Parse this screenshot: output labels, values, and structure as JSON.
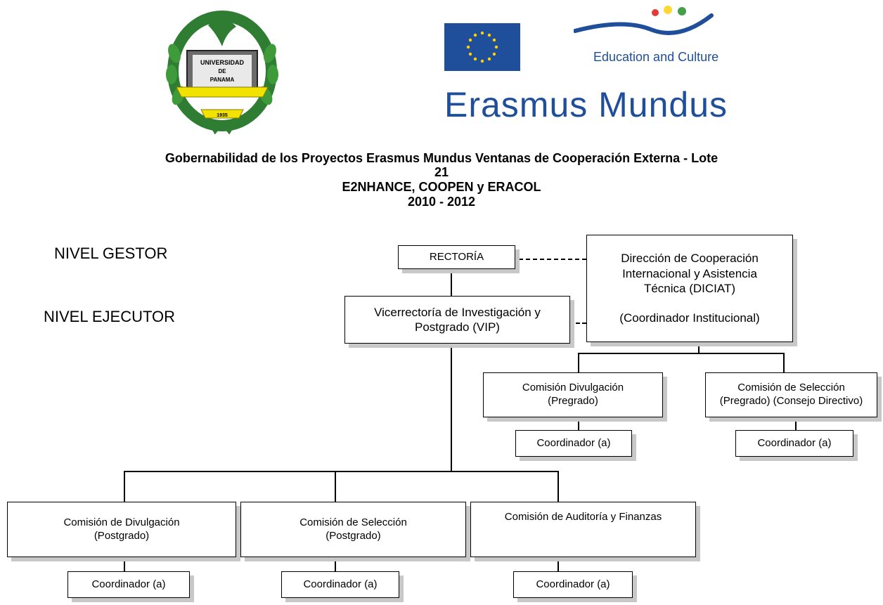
{
  "logos": {
    "university": {
      "line1": "UNIVERSIDAD",
      "line2": "DE",
      "line3": "PANAMA",
      "year": "1935"
    },
    "eu_tagline": "Education and Culture",
    "program_name": "Erasmus Mundus",
    "colors": {
      "eu_blue": "#1f4e9a",
      "eu_star": "#ffd200",
      "laurel_green": "#2e7d32",
      "ribbon_yellow": "#f2e200"
    }
  },
  "header": {
    "title_line1": "Gobernabilidad de los Proyectos Erasmus Mundus Ventanas de Cooperación Externa - Lote",
    "title_line2": "21",
    "title_line3": "E2NHANCE, COOPEN y ERACOL",
    "title_line4": "2010 - 2012"
  },
  "levels": {
    "gestor": "NIVEL GESTOR",
    "ejecutor": "NIVEL EJECUTOR"
  },
  "nodes": {
    "rectoria": "RECTORÍA",
    "diciat": "Dirección de Cooperación\nInternacional y Asistencia\nTécnica (DICIAT)\n\n(Coordinador Institucional)",
    "vip": "Vicerrectoría de Investigación y\nPostgrado (VIP)",
    "divulgacion_pregrado": "Comisión Divulgación\n(Pregrado)",
    "seleccion_pregrado": "Comisión de Selección\n(Pregrado) (Consejo Directivo)",
    "coord_div_pre": "Coordinador (a)",
    "coord_sel_pre": "Coordinador (a)",
    "divulgacion_postgrado": "Comisión de Divulgación\n(Postgrado)",
    "seleccion_postgrado": "Comisión de Selección\n(Postgrado)",
    "auditoria": "Comisión de Auditoría y Finanzas",
    "coord_div_post": "Coordinador (a)",
    "coord_sel_post": "Coordinador (a)",
    "coord_aud": "Coordinador (a)"
  }
}
